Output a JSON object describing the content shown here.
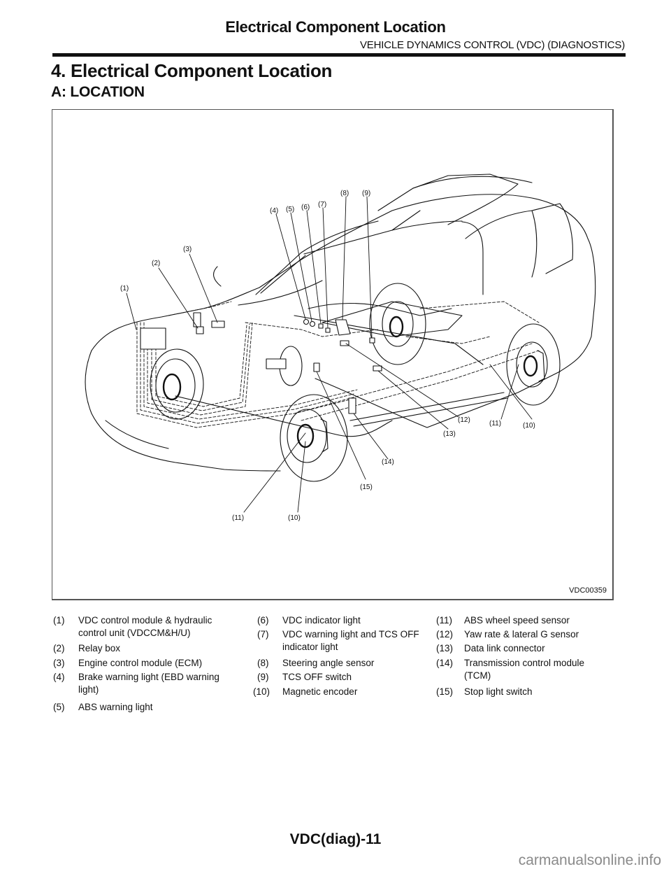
{
  "header": {
    "title": "Electrical Component Location",
    "subtitle": "VEHICLE DYNAMICS CONTROL (VDC) (DIAGNOSTICS)"
  },
  "section": {
    "title": "4.  Electrical Component Location",
    "subtitle": "A:  LOCATION"
  },
  "figure": {
    "id": "VDC00359",
    "callouts": [
      "(1)",
      "(2)",
      "(3)",
      "(4)",
      "(5)",
      "(6)",
      "(7)",
      "(8)",
      "(9)",
      "(10)",
      "(11)",
      "(12)",
      "(13)",
      "(14)",
      "(15)",
      "(11)",
      "(10)"
    ]
  },
  "legend": {
    "columns": [
      [
        {
          "num": "(1)",
          "text": "VDC control module & hydraulic control unit (VDCCM&H/U)"
        },
        {
          "num": "(2)",
          "text": "Relay box"
        },
        {
          "num": "(3)",
          "text": "Engine control module (ECM)"
        },
        {
          "num": "(4)",
          "text": "Brake warning light (EBD warning light)"
        },
        {
          "num": "(5)",
          "text": "ABS warning light"
        }
      ],
      [
        {
          "num": "(6)",
          "text": "VDC indicator light"
        },
        {
          "num": "(7)",
          "text": "VDC warning light and TCS OFF indicator light"
        },
        {
          "num": "(8)",
          "text": "Steering angle sensor"
        },
        {
          "num": "(9)",
          "text": "TCS OFF switch"
        },
        {
          "num": "(10)",
          "text": "Magnetic encoder"
        }
      ],
      [
        {
          "num": "(11)",
          "text": "ABS wheel speed sensor"
        },
        {
          "num": "(12)",
          "text": "Yaw rate & lateral G sensor"
        },
        {
          "num": "(13)",
          "text": "Data link connector"
        },
        {
          "num": "(14)",
          "text": "Transmission control module (TCM)"
        },
        {
          "num": "(15)",
          "text": "Stop light switch"
        }
      ]
    ]
  },
  "footer": {
    "page": "VDC(diag)-11",
    "watermark": "carmanualsonline.info"
  }
}
